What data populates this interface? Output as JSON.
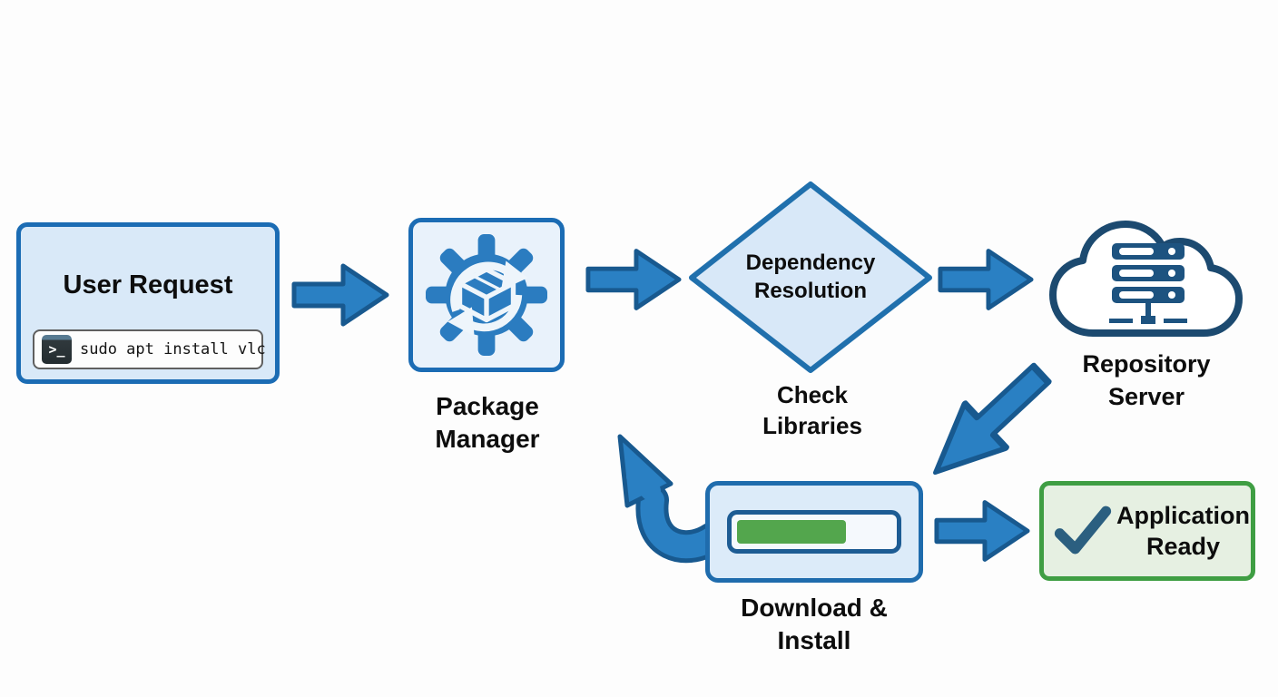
{
  "nodes": {
    "user_request": {
      "title": "User Request",
      "terminal_prompt": ">_",
      "command": "sudo apt install vlc"
    },
    "package_manager": {
      "label": [
        "Package",
        "Manager"
      ]
    },
    "dependency_resolution": {
      "label": [
        "Dependency",
        "Resolution"
      ],
      "caption": [
        "Check",
        "Libraries"
      ]
    },
    "repository_server": {
      "label": [
        "Repository",
        "Server"
      ]
    },
    "download_install": {
      "label": [
        "Download &",
        "Install"
      ],
      "progress_percent": 66
    },
    "application_ready": {
      "label": [
        "Application",
        "Ready"
      ]
    }
  },
  "icons": {
    "terminal-icon": ">_ prompt on dark terminal tile",
    "package-gear-icon": "blue gear with package box and sync arrows",
    "cloud-server-icon": "cloud outline containing server rack",
    "progress-bar-icon": "green progress bar",
    "checkmark-icon": "dark blue check"
  },
  "colors": {
    "arrow_fill": "#2a80c3",
    "arrow_stroke": "#18598f",
    "blue_border": "#1b6cb4",
    "light_blue_fill": "#d9e9f8",
    "lighter_blue_fill": "#e9f2fb",
    "diamond_fill": "#d8e8f8",
    "cloud_stroke": "#1c4a70",
    "server_fill": "#1d5380",
    "green_border": "#3f9e43",
    "light_green_fill": "#e6f0e2",
    "progress_green": "#53a64d",
    "check_color": "#2b5f80",
    "text": "#0d0d0d"
  }
}
